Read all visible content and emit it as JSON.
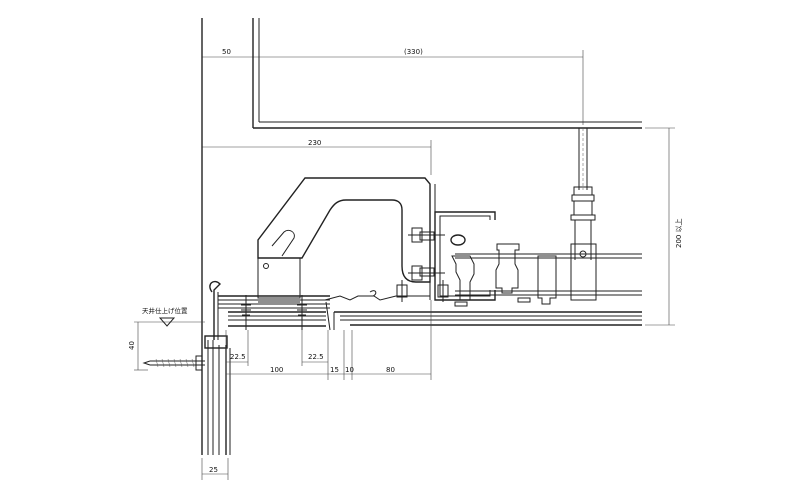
{
  "dimensions": {
    "d50": "50",
    "d330": "(330)",
    "d230": "230",
    "d200": "200 以上",
    "d40": "40",
    "d22_5_left": "22.5",
    "d22_5_right": "22.5",
    "d100": "100",
    "d15": "15",
    "d10": "10",
    "d80": "80",
    "d25": "25"
  },
  "labels": {
    "ceiling_finish_position": "天井仕上げ位置"
  }
}
